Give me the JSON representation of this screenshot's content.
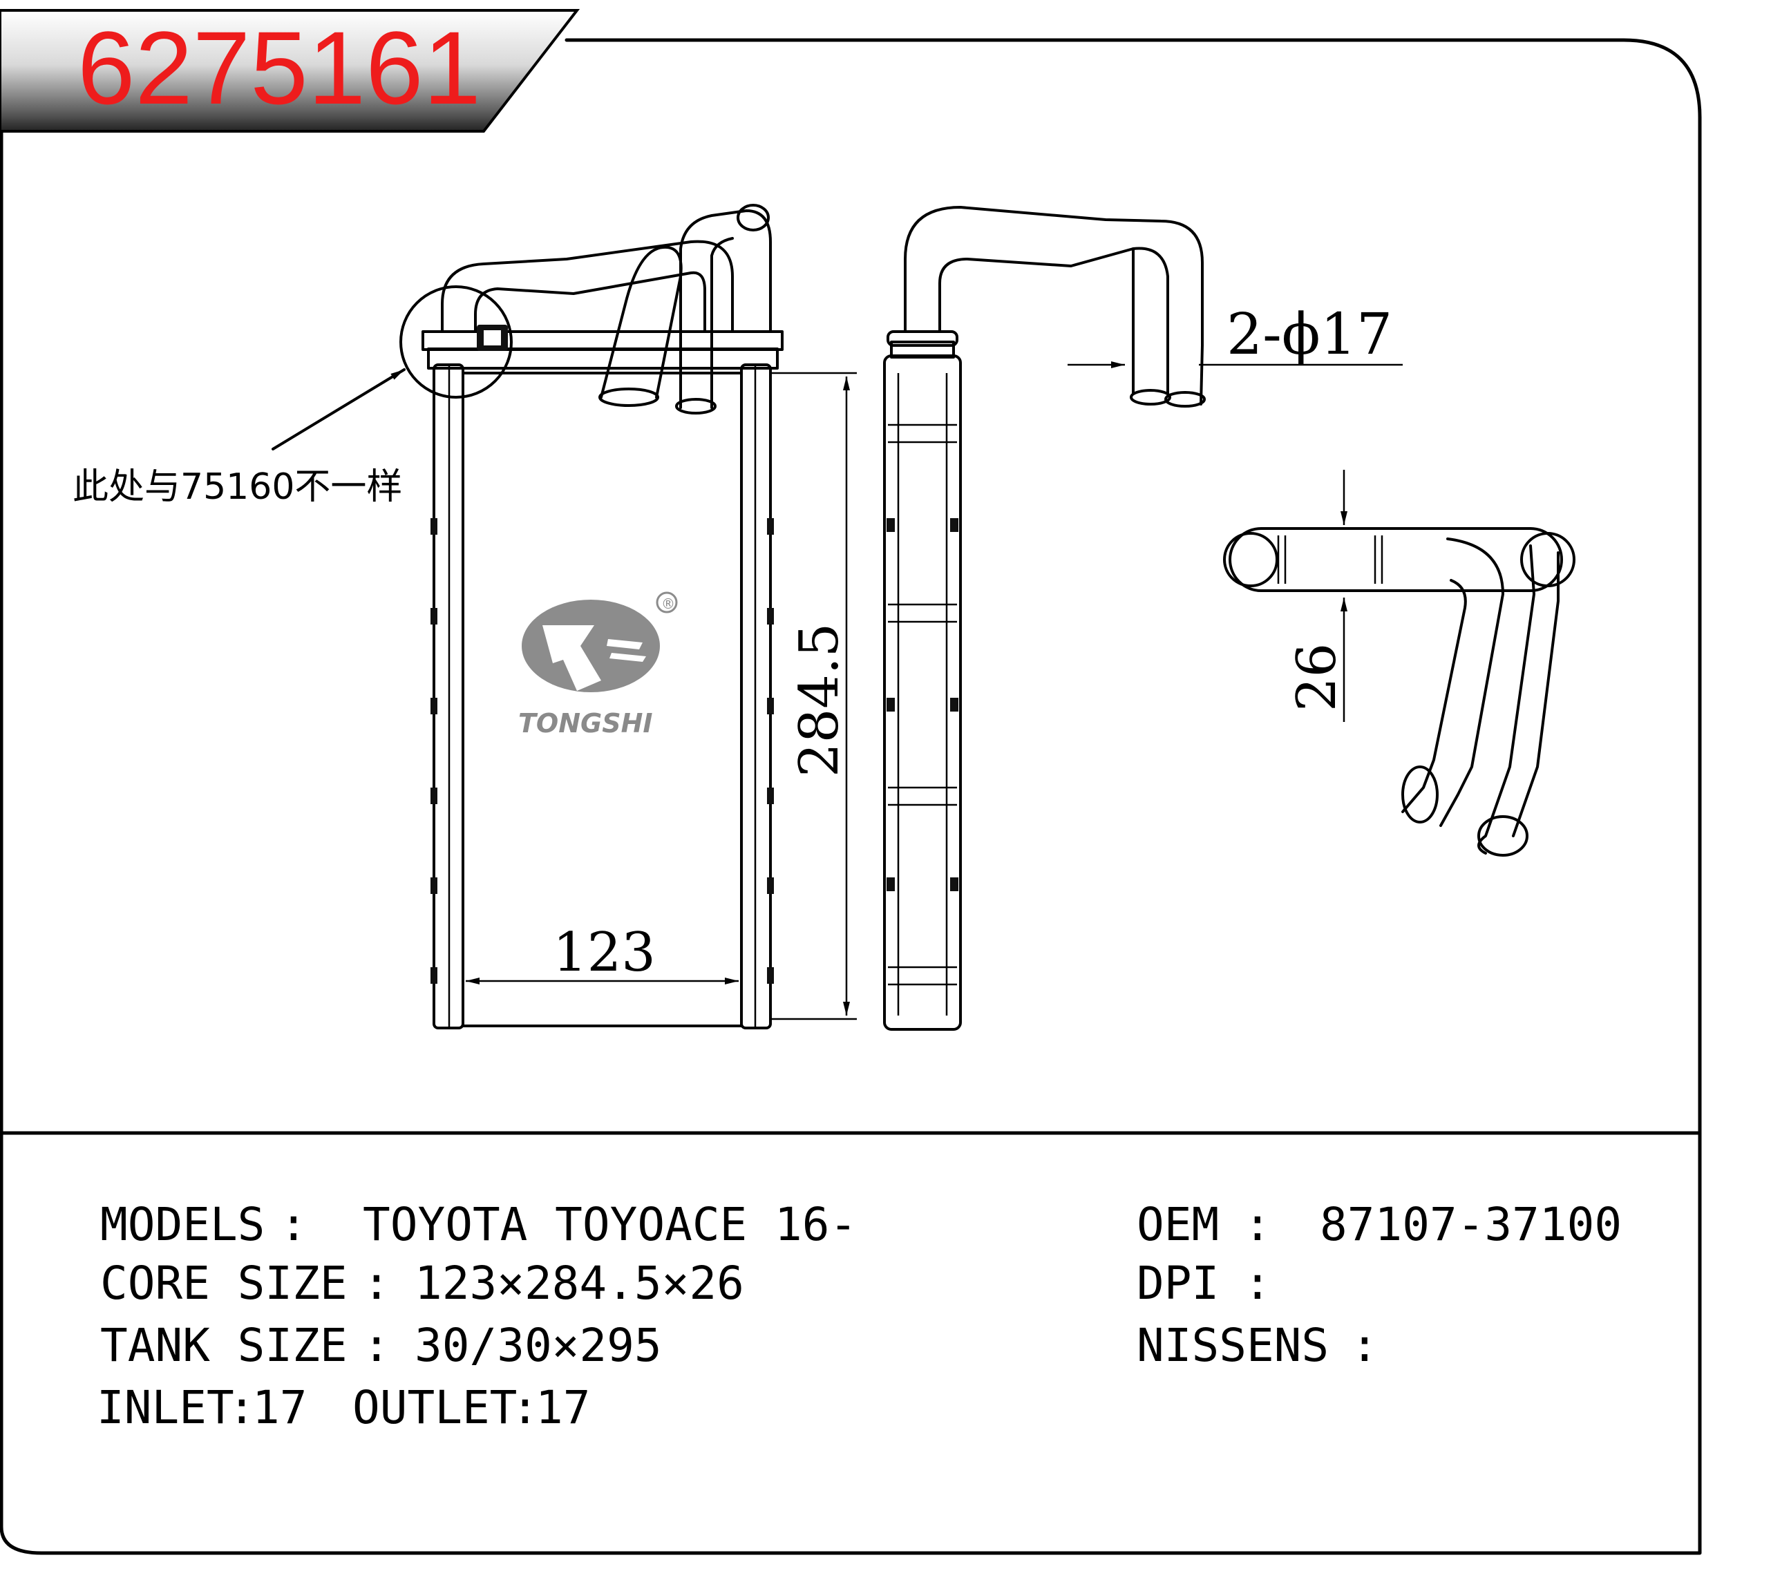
{
  "header": {
    "part_number": "6275161",
    "accent_color": "#ee1c1c"
  },
  "drawing": {
    "note": "此处与75160不一样",
    "dimensions": {
      "core_width": "123",
      "core_height": "284.5",
      "pipe_diameter": "2-ϕ17",
      "core_depth": "26"
    },
    "logo": {
      "brand": "TONGSHI",
      "registered": "®"
    }
  },
  "specs": {
    "models_label": "MODELS",
    "models_value": "TOYOTA TOYOACE 16-",
    "core_size_label": "CORE SIZE",
    "core_size_value": "123×284.5×26",
    "tank_size_label": "TANK SIZE",
    "tank_size_value": "30/30×295",
    "inlet_label": "INLET",
    "inlet_value": "17",
    "outlet_label": "OUTLET",
    "outlet_value": "17",
    "oem_label": "OEM",
    "oem_value": "87107-37100",
    "dpi_label": "DPI",
    "dpi_value": "",
    "nissens_label": "NISSENS",
    "nissens_value": ""
  }
}
